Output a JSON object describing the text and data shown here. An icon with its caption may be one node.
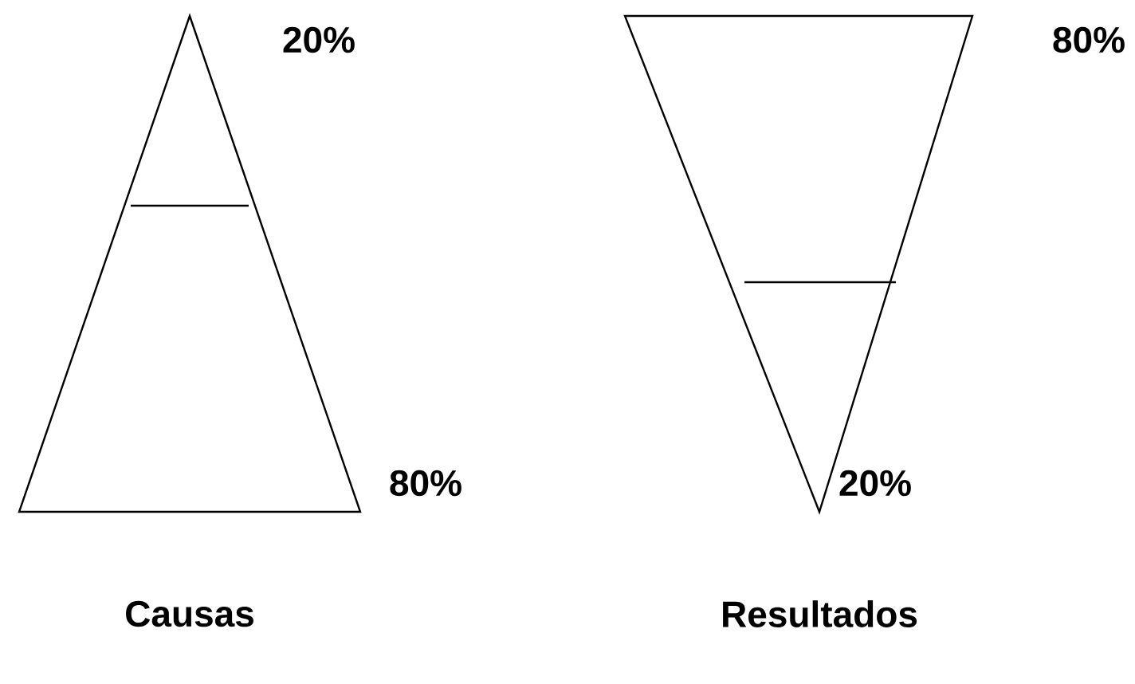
{
  "diagram": {
    "nodes": [
      {
        "text": [],
        "shape": "triangle",
        "beside": [
          "20%",
          "80%",
          "Causas"
        ]
      },
      {
        "text": [],
        "shape": "triangle",
        "beside": [
          "80%",
          "20%",
          "Resultados"
        ]
      }
    ]
  }
}
